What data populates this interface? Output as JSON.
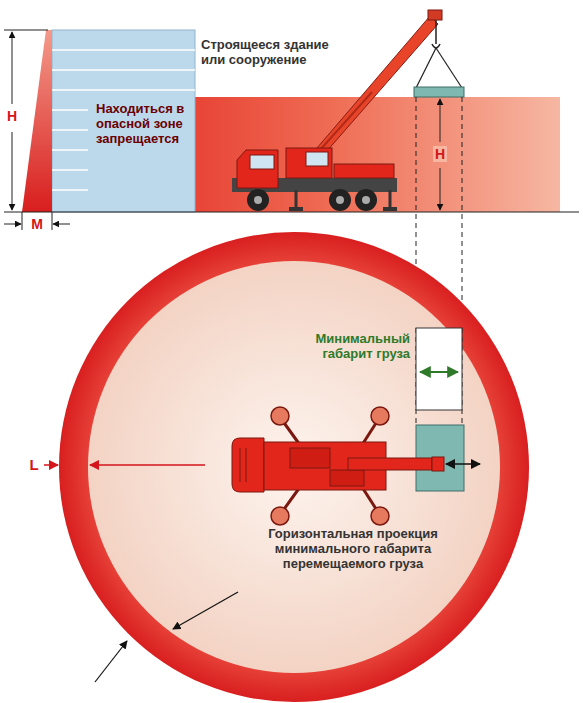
{
  "diagram": {
    "nodes": [
      {
        "text": [
          "Находиться в опасной зоне запрещается"
        ]
      }
    ],
    "labels": [
      "Строящееся здание или сооружение",
      "H",
      "M",
      "H",
      "Минимальный габарит груза",
      "L",
      "Горизонтальная проекция минимального габарита перемещаемого груза"
    ]
  }
}
